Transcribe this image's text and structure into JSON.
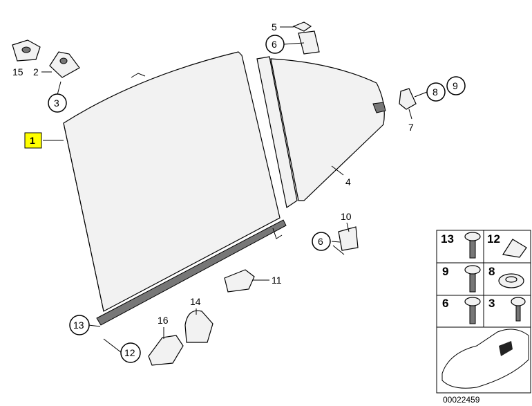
{
  "diagram": {
    "callouts": {
      "c15": "15",
      "c2": "2",
      "c3": "3",
      "c1": "1",
      "c5": "5",
      "c6a": "6",
      "c9": "9",
      "c8": "8",
      "c7": "7",
      "c4": "4",
      "c10": "10",
      "c6b": "6",
      "c11": "11",
      "c14": "14",
      "c16": "16",
      "c13": "13",
      "c12": "12"
    },
    "highlight_color": "#ffff00",
    "panel": {
      "cells": [
        "13",
        "12",
        "9",
        "8",
        "6",
        "3"
      ]
    },
    "caption": "00022459"
  }
}
